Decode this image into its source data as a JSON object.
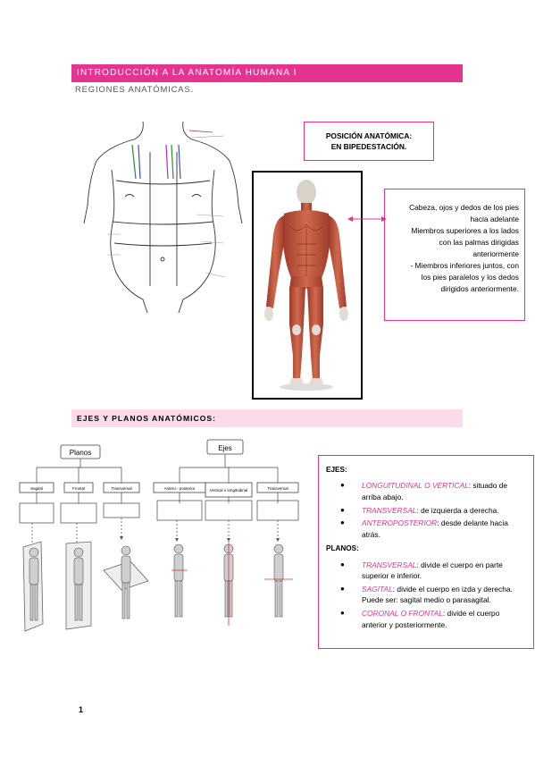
{
  "header": {
    "title": "INTRODUCCIÓN A LA ANATOMÍA HUMANA I",
    "subtitle": "REGIONES ANATÓMICAS."
  },
  "posicion": {
    "line1": "POSICIÓN ANATÓMICA:",
    "line2": "EN BIPEDESTACIÓN."
  },
  "descripcion": [
    "Cabeza, ojos y dedos de los pies",
    "hacia adelante",
    "Miembros superiores a los lados",
    "con las palmas dirigidas",
    "anteriormente",
    "- Miembros inferiores juntos, con",
    "los pies paralelos y los dedos",
    "dirigidos anteriormente."
  ],
  "ejes_planos_heading": "EJES Y PLANOS ANATÓMICOS:",
  "diagram": {
    "planos_label": "Planos",
    "ejes_label": "Ejes",
    "planos": [
      "Sagital",
      "Frontal",
      "Transversal"
    ],
    "ejes": [
      "Antero - posterior",
      "Vertical o longitudinal",
      "Transversal"
    ]
  },
  "ejes_box": {
    "ejes_heading": "EJES:",
    "ejes": [
      {
        "term": "LONGUITUDINAL O VERTICAL",
        "desc": ": situado de arriba abajo."
      },
      {
        "term": "TRANSVERSAL",
        "desc": ": de izquierda a derecha."
      },
      {
        "term": "ANTEROPOSTERIOR",
        "desc": ": desde delante hacia atrás."
      }
    ],
    "planos_heading": "PLANOS:",
    "planos": [
      {
        "term": "TRANSVERSAL",
        "desc": ": divide el cuerpo en parte superior e inferior."
      },
      {
        "term": "SAGITAL",
        "desc": ": divide el cuerpo en izda y derecha. Puede ser: sagital medio o parasagital."
      },
      {
        "term": "CORONAL O FRONTAL",
        "desc": ": divide el cuerpo anterior y posteriormente."
      }
    ]
  },
  "page_number": "1",
  "colors": {
    "accent": "#e5348f",
    "accent_light": "#fbdbe9"
  }
}
